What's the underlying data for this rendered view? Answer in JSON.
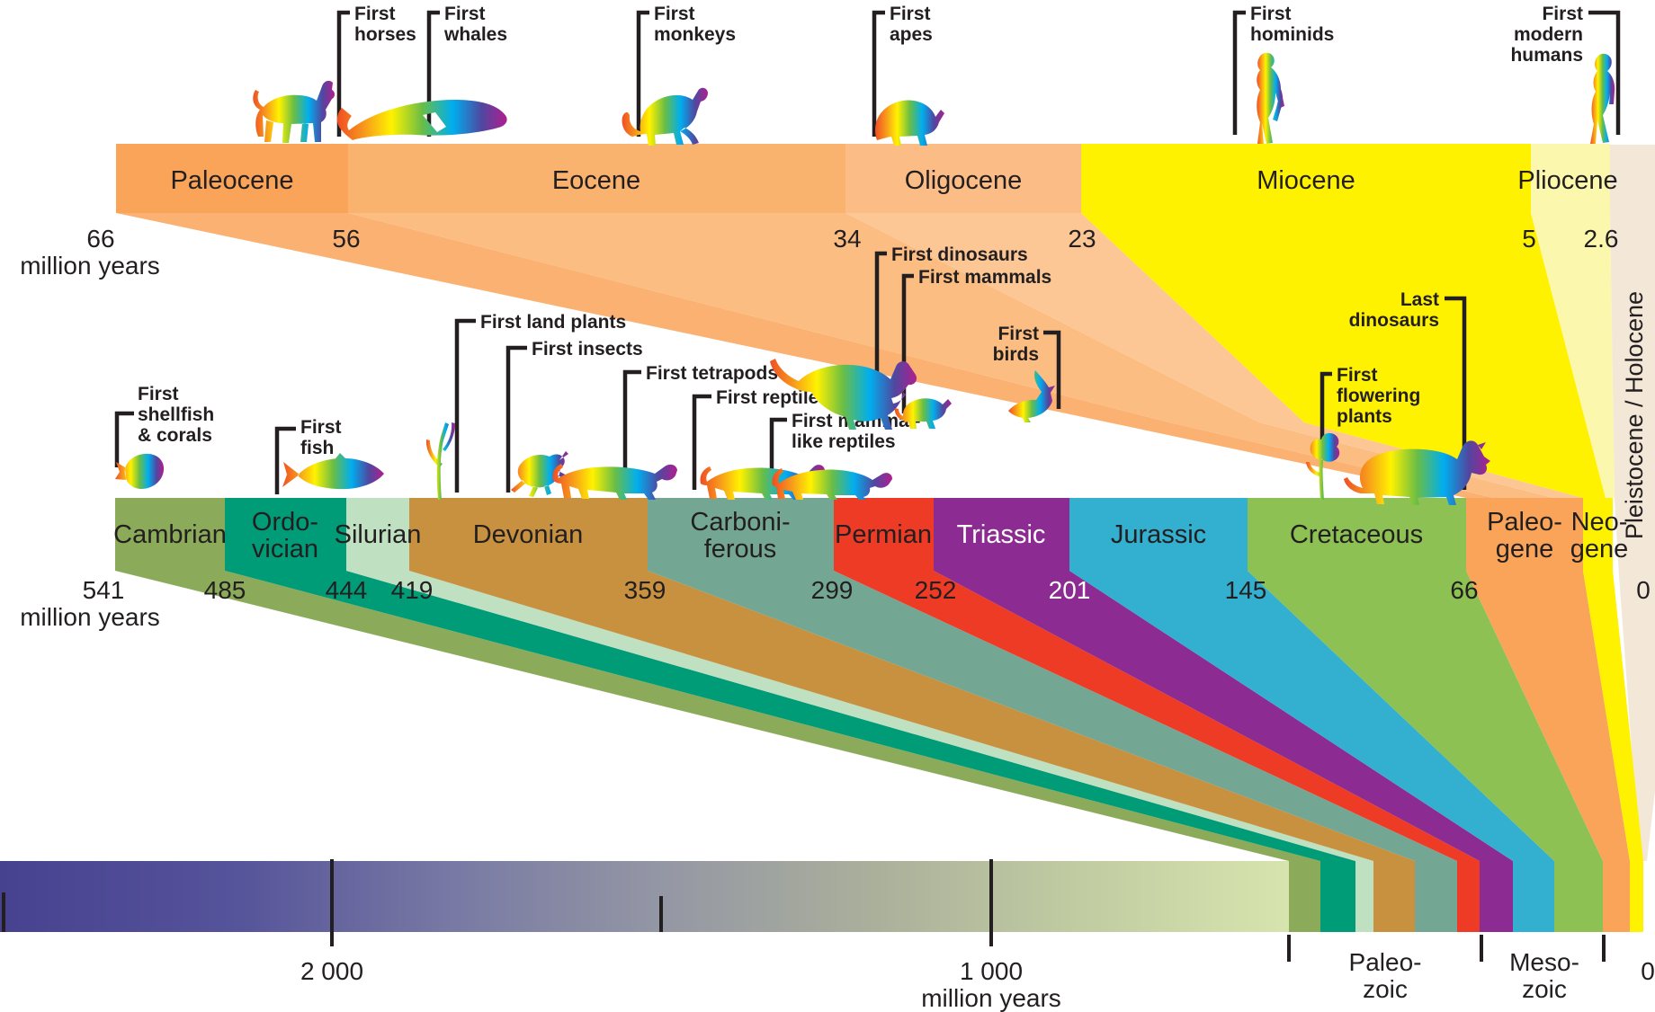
{
  "colors": {
    "text": "#231f20",
    "white_text": "#ffffff",
    "paleocene": "#f9a458",
    "paleocene_funnel": "#fbb171",
    "eocene": "#fab36e",
    "eocene_funnel": "#fbbd82",
    "oligocene": "#fbbd85",
    "oligocene_funnel": "#fcc795",
    "miocene": "#fff200",
    "pliocene": "#fbf8ad",
    "pleistocene": "#f3e7d8",
    "cambrian": "#8cab5a",
    "ordovician": "#009b77",
    "silurian": "#bfe0c1",
    "devonian": "#c8913f",
    "carboniferous": "#73a794",
    "permian": "#ee3b26",
    "triassic": "#8c2b91",
    "jurassic": "#33afcf",
    "cretaceous": "#8dc153",
    "paleogene": "#f9a458",
    "neogene": "#fff200",
    "precambrian_start": "#474290",
    "precambrian_mid": "#9598a4",
    "precambrian_end": "#d8e4ae"
  },
  "epoch_band": {
    "labels": [
      "Paleocene",
      "Eocene",
      "Oligocene",
      "Miocene",
      "Pliocene"
    ],
    "rotated_label": "Pleistocene / Holocene",
    "numbers": [
      "66",
      "56",
      "34",
      "23",
      "5",
      "2.6"
    ],
    "caption": "million years"
  },
  "period_band": {
    "labels": {
      "cambrian": "Cambrian",
      "ordovician1": "Ordo-",
      "ordovician2": "vician",
      "silurian": "Silurian",
      "devonian": "Devonian",
      "carboniferous1": "Carboni-",
      "carboniferous2": "ferous",
      "permian": "Permian",
      "triassic": "Triassic",
      "jurassic": "Jurassic",
      "cretaceous": "Cretaceous",
      "paleogene1": "Paleo-",
      "paleogene2": "gene",
      "neogene1": "Neo-",
      "neogene2": "gene"
    },
    "numbers": [
      "541",
      "485",
      "444",
      "419",
      "359",
      "299",
      "252",
      "201",
      "145",
      "66",
      "0"
    ],
    "caption": "million years"
  },
  "bottom_band": {
    "tick_2000": "2 000",
    "tick_1000": "1 000",
    "caption": "million years",
    "paleozoic1": "Paleo-",
    "paleozoic2": "zoic",
    "mesozoic1": "Meso-",
    "mesozoic2": "zoic",
    "zero": "0"
  },
  "annotations": {
    "first_horses": [
      "First",
      "horses"
    ],
    "first_whales": [
      "First",
      "whales"
    ],
    "first_monkeys": [
      "First",
      "monkeys"
    ],
    "first_apes": [
      "First",
      "apes"
    ],
    "first_hominids": [
      "First",
      "hominids"
    ],
    "first_modern_humans": [
      "First",
      "modern",
      "humans"
    ],
    "first_shellfish": [
      "First",
      "shellfish",
      "& corals"
    ],
    "first_fish": [
      "First",
      "fish"
    ],
    "first_land_plants": "First land plants",
    "first_insects": "First insects",
    "first_tetrapods": "First tetrapods",
    "first_reptiles": "First reptiles",
    "first_mammal_like": [
      "First mammal-",
      "like reptiles"
    ],
    "first_dinosaurs": "First dinosaurs",
    "first_mammals": "First mammals",
    "first_birds": [
      "First",
      "birds"
    ],
    "first_flowering": [
      "First",
      "flowering",
      "plants"
    ],
    "last_dinosaurs": [
      "Last",
      "dinosaurs"
    ]
  }
}
